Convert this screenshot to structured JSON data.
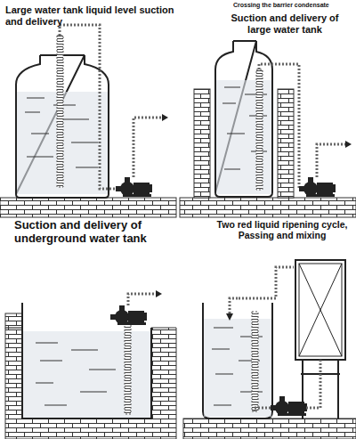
{
  "diagram": {
    "labels": [
      "Large water tank liquid level suction and delivery",
      "Crossing the barrier condensate",
      "Suction and delivery of large water tank",
      "Suction and delivery of underground water tank",
      "Two red liquid ripening cycle, Passing and mixing"
    ]
  }
}
